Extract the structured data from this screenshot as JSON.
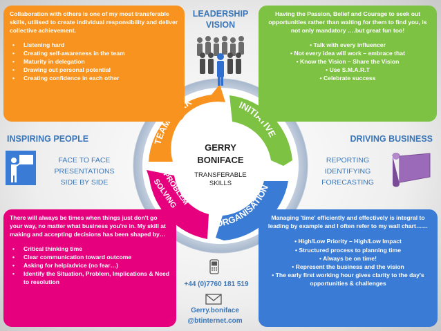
{
  "center": {
    "name_line1": "GERRY",
    "name_line2": "BONIFACE",
    "sub_line1": "TRANSFERABLE",
    "sub_line2": "SKILLS"
  },
  "segments": {
    "teamwork": "TEAMWORK",
    "initiative": "INITIATIVE",
    "organisation": "ORGANISATION",
    "problem1": "PROBLEM",
    "problem2": "SOLVING"
  },
  "leadership": {
    "line1": "LEADERSHIP",
    "line2": "VISION"
  },
  "inspiring": {
    "title": "INSPIRING PEOPLE",
    "line1": "FACE TO FACE",
    "line2": "PRESENTATIONS",
    "line3": "SIDE BY SIDE"
  },
  "driving": {
    "title": "DRIVING BUSINESS",
    "line1": "REPORTING",
    "line2": "IDENTIFYING",
    "line3": "FORECASTING"
  },
  "teamwork_box": {
    "intro": "Collaboration with others is one of my most transferable skills, utilised to create individual responsibility and deliver collective achievement.",
    "items": [
      "Listening hard",
      "Creating self-awareness in the team",
      "Maturity in delegation",
      "Drawing out personal  potential",
      "Creating confidence in each other"
    ]
  },
  "initiative_box": {
    "intro": "Having the Passion, Belief and Courage to seek out opportunities rather than waiting for them to find you, is not only mandatory ….but great fun too!",
    "items": [
      "Talk with every influencer",
      "Not every idea will work – embrace that",
      "Know the Vision – Share the Vision",
      "Use S.M.A.R.T",
      "Celebrate success"
    ]
  },
  "problem_box": {
    "intro": "There will  always be times when things just don't go your way, no matter what business you're in. My skill at making and accepting decisions has been shaped by…",
    "items": [
      "Critical thinking time",
      "Clear communication toward outcome",
      "Asking for help/advice (no fear…)",
      "Identify the Situation, Problem, Implications & Need to resolution"
    ]
  },
  "organisation_box": {
    "intro": "Managing 'time' efficiently and effectively is integral to leading by example and I often refer to my wall chart……",
    "items": [
      "High/Low Priority – High/Low Impact",
      "Structured process to planning time",
      "Always be on time!",
      "Represent the business and the vision",
      "The early first working hour gives clarity to the day's opportunities & challenges"
    ]
  },
  "contact": {
    "phone": "+44 (0)7760 181 519",
    "email_line1": "Gerry.boniface",
    "email_line2": "@btinternet.com"
  },
  "colors": {
    "orange": "#f7931e",
    "green": "#7dc242",
    "magenta": "#e6007e",
    "blue": "#3a7bd5",
    "heading_blue": "#3a76b8"
  }
}
